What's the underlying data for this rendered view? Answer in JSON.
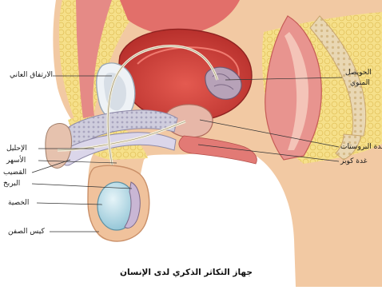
{
  "caption": "جهاز التكاثر الذكري لدى الإنسان",
  "labels": {
    "pubic_symphysis": "الارتفاق العاني",
    "seminal_vesicle_line1": "الحويصل",
    "seminal_vesicle_line2": "المنوي",
    "prostate": "غدة البروستات",
    "cowper": "غدة كوبر",
    "urethra": "الإحليل",
    "vas_deferens": "الأسهر",
    "penis": "القضيب",
    "epididymis": "البربخ",
    "testis": "الخصية",
    "scrotum": "كيس الصفن"
  },
  "colors": {
    "skin": "#f2c9a3",
    "fat": "#f6e08a",
    "bladder": "#d9463f",
    "muscle": "#e58a86",
    "erectile": "#c9c7d6",
    "testis": "#bfe0ea",
    "duct": "#f2eedc",
    "line": "#333333"
  }
}
